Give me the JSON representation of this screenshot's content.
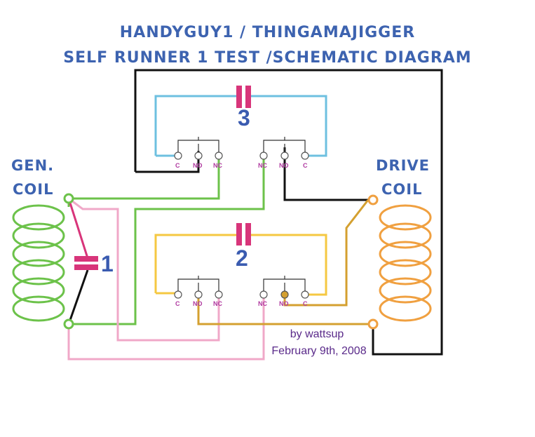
{
  "title": {
    "line1": "HANDYGUY1 / THINGAMAJIGGER",
    "line2": "SELF RUNNER 1 TEST /SCHEMATIC DIAGRAM"
  },
  "coils": {
    "gen_line1": "GEN.",
    "gen_line2": "COIL",
    "drive_line1": "DRIVE",
    "drive_line2": "COIL"
  },
  "relays": {
    "relay1": "1",
    "relay2": "2",
    "relay3": "3"
  },
  "pins": {
    "c": "C",
    "no": "NO",
    "nc": "NC"
  },
  "credit": {
    "by": "by wattsup",
    "date": "February 9th, 2008"
  },
  "colors": {
    "green": "#6cc24a",
    "pink": "#f0a8c8",
    "black": "#111111",
    "orange": "#f0a040",
    "gold": "#d4a030",
    "yellow": "#f5c842",
    "cyan": "#6ec0e0",
    "magenta": "#d8357a",
    "blue": "#3d63b0"
  }
}
